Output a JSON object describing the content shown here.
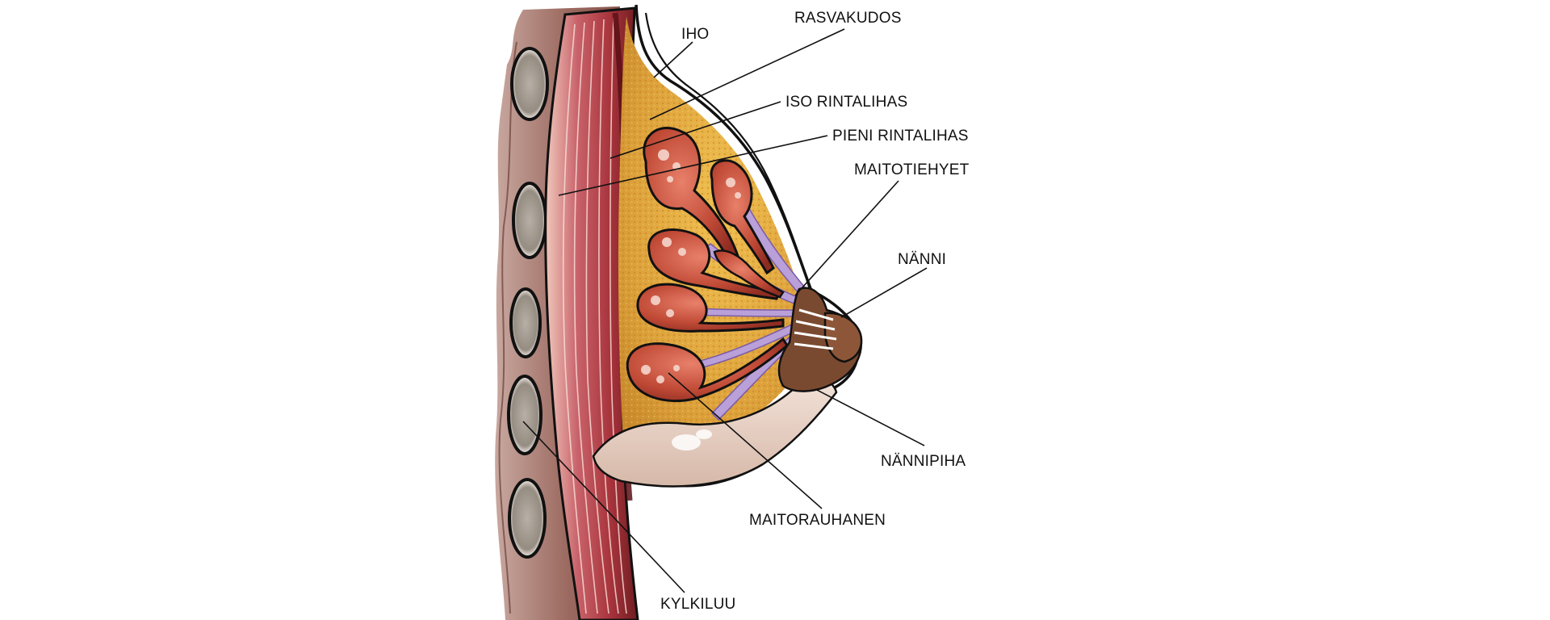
{
  "labels": {
    "iho": "IHO",
    "rasvakudos": "RASVAKUDOS",
    "iso_rintalihas": "ISO RINTALIHAS",
    "pieni_rintalihas": "PIENI RINTALIHAS",
    "maitotiehyet": "MAITOTIEHYET",
    "nanni": "NÄNNI",
    "nannipiha": "NÄNNIPIHA",
    "maitorauhanen": "MAITORAUHANEN",
    "kylkiluu": "KYLKILUU"
  },
  "colors": {
    "skin": "#b98a7a",
    "skin_dark": "#8a5a4e",
    "muscle": "#b8484a",
    "muscle_dark": "#7a1f25",
    "muscle_light": "#e7b0a2",
    "fat": "#e0a53a",
    "fat_dark": "#c98628",
    "gland": "#b0402c",
    "gland_light": "#e07858",
    "duct": "#b9a0d8",
    "duct_dark": "#8c70b8",
    "areola": "#7a4a30",
    "rib": "#a79f95",
    "lower_breast": "#e9d6c8",
    "line": "#111111"
  }
}
